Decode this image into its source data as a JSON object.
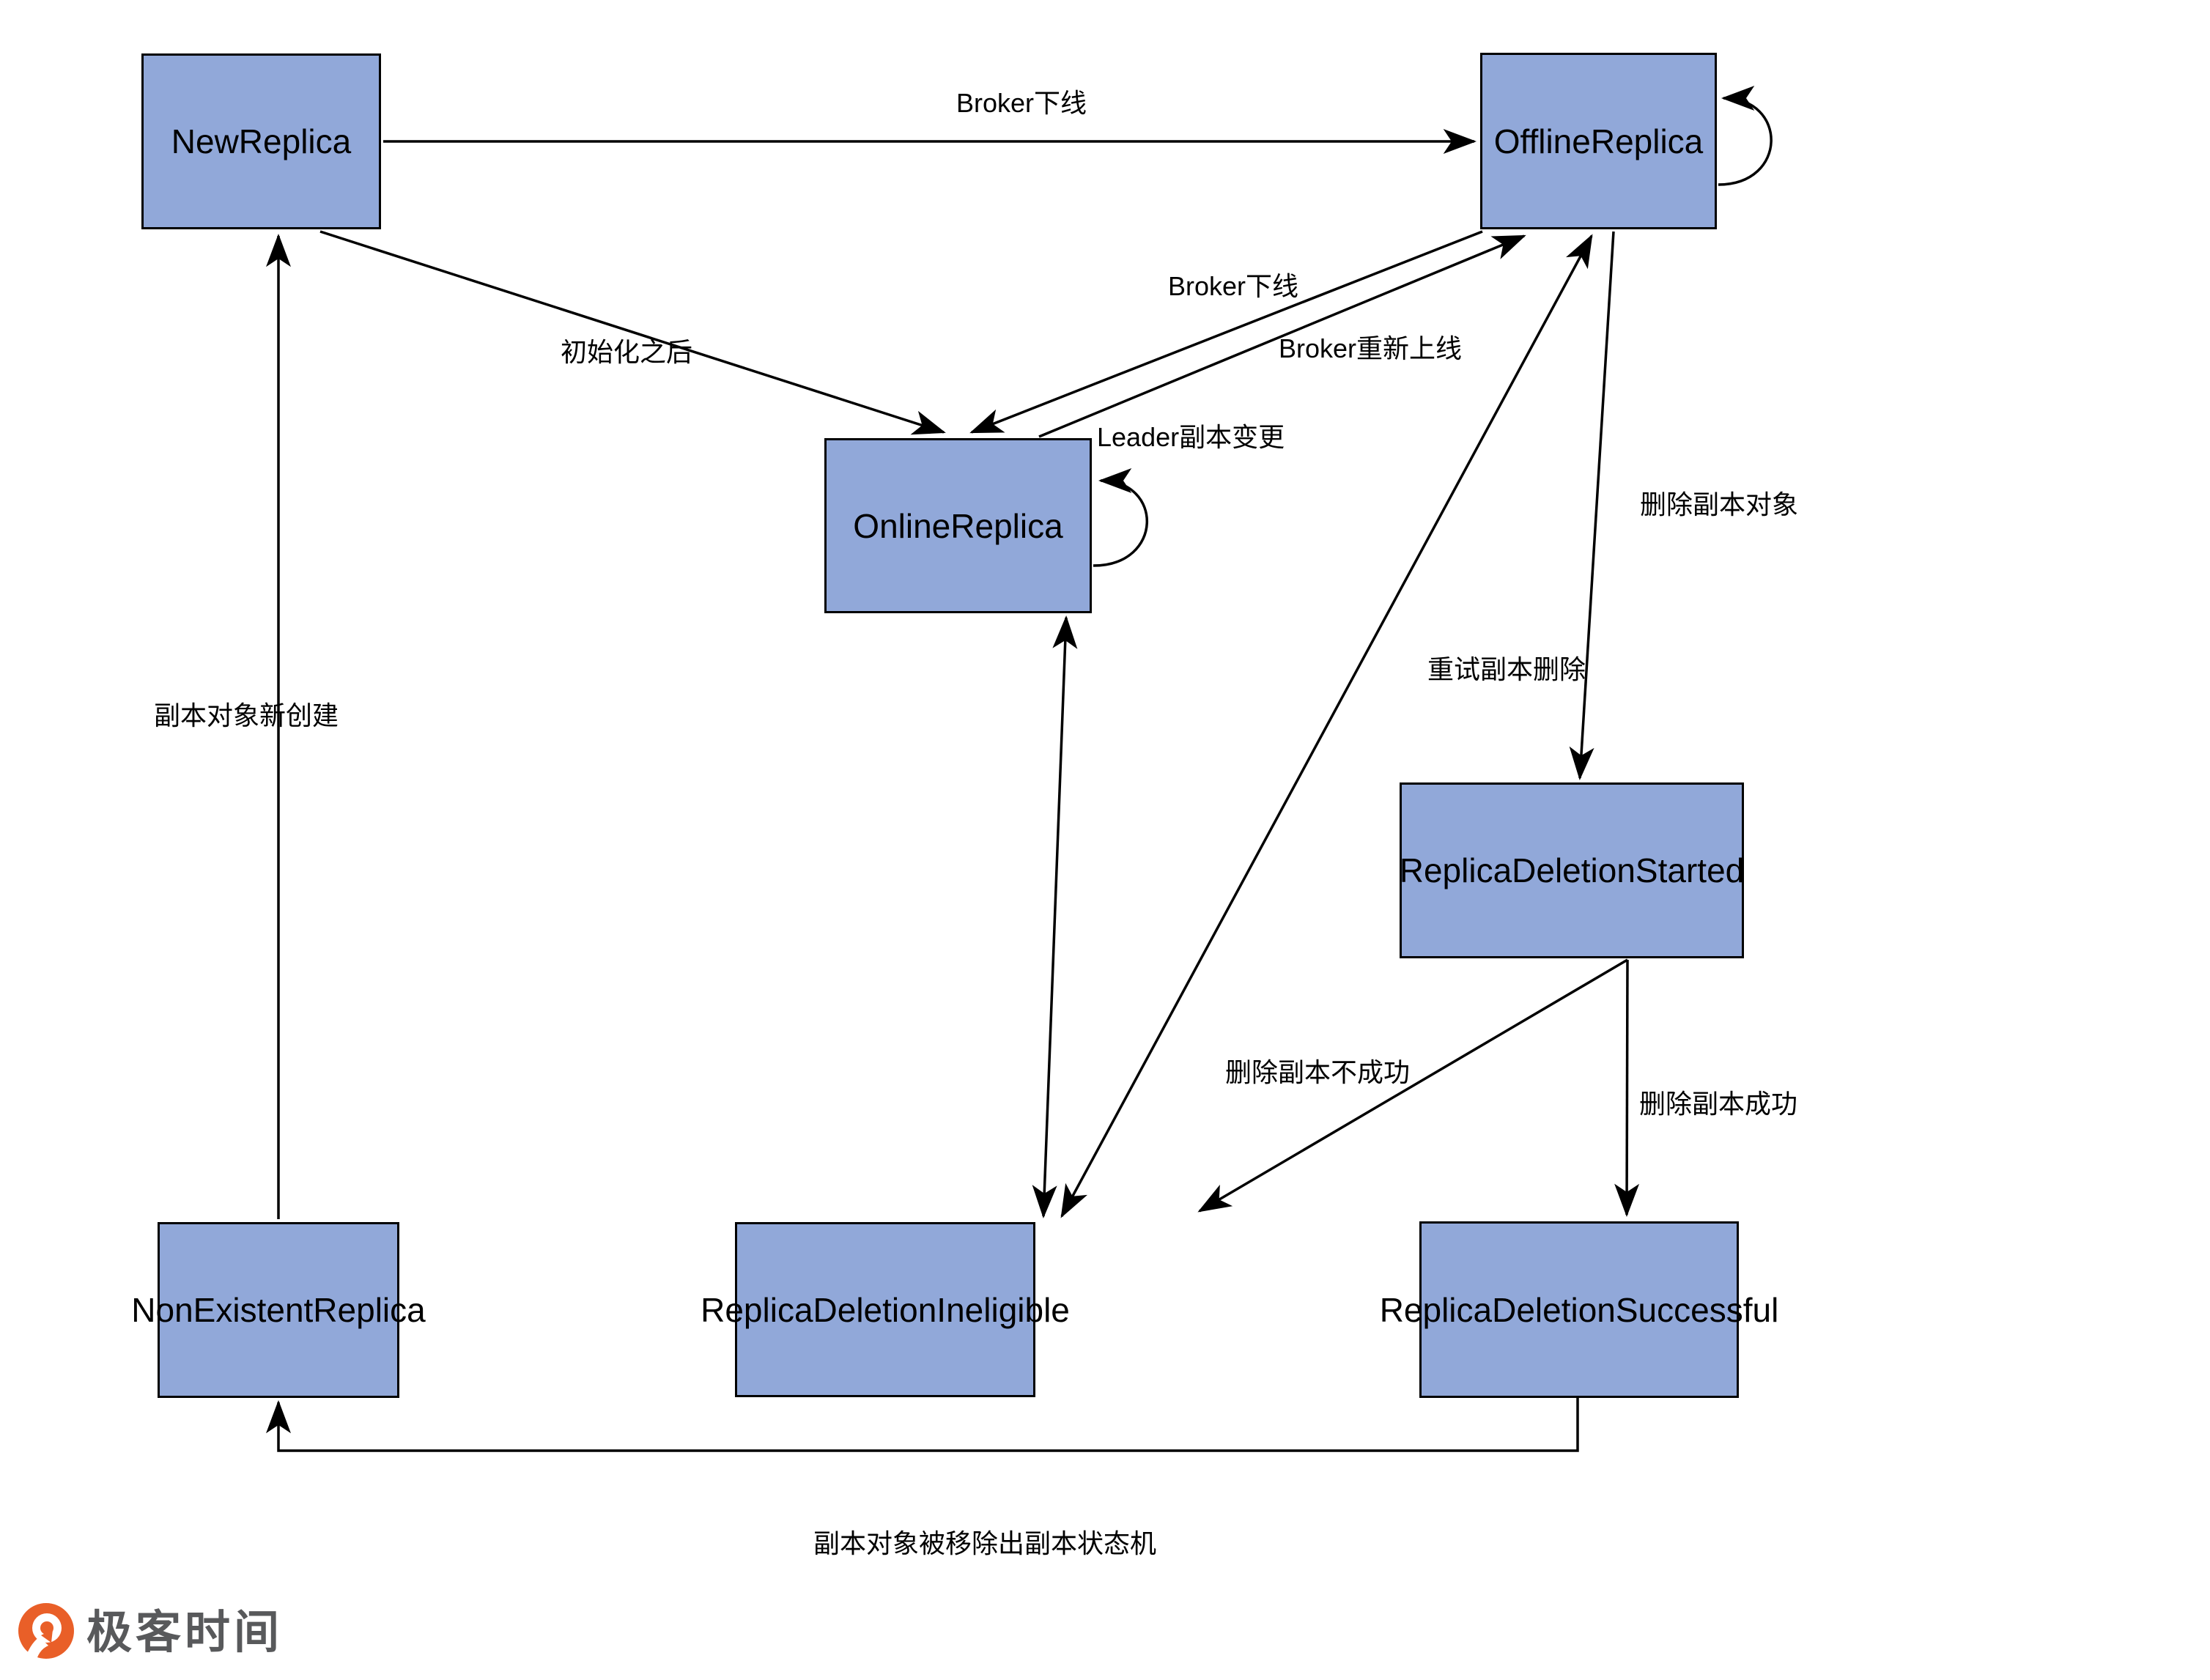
{
  "diagram": {
    "type": "state-machine",
    "background": "#ffffff",
    "node_fill": "#91a8d9",
    "node_border": "#000000",
    "nodes": [
      {
        "id": "new-replica",
        "label": "NewReplica"
      },
      {
        "id": "offline-replica",
        "label": "OfflineReplica"
      },
      {
        "id": "online-replica",
        "label": "OnlineReplica"
      },
      {
        "id": "replica-deletion-started",
        "label": "ReplicaDeletionStarted"
      },
      {
        "id": "non-existent-replica",
        "label": "NonExistentReplica"
      },
      {
        "id": "replica-deletion-ineligible",
        "label": "ReplicaDeletionIneligible"
      },
      {
        "id": "replica-deletion-successful",
        "label": "ReplicaDeletionSuccessful"
      }
    ],
    "edge_labels": [
      {
        "id": "broker-offline-top",
        "text": "Broker下线",
        "edge": "NewReplica -> OfflineReplica"
      },
      {
        "id": "after-initialization",
        "text": "初始化之后",
        "edge": "NewReplica -> OnlineReplica"
      },
      {
        "id": "broker-offline-mid",
        "text": "Broker下线",
        "edge": "OnlineReplica -> OfflineReplica"
      },
      {
        "id": "broker-back-online",
        "text": "Broker重新上线",
        "edge": "OfflineReplica -> OnlineReplica"
      },
      {
        "id": "leader-replica-change",
        "text": "Leader副本变更",
        "edge": "OnlineReplica self loop"
      },
      {
        "id": "delete-replica-object",
        "text": "删除副本对象",
        "edge": "OfflineReplica -> ReplicaDeletionStarted"
      },
      {
        "id": "retry-replica-deletion",
        "text": "重试副本删除",
        "edge": "ReplicaDeletionIneligible <-> OfflineReplica"
      },
      {
        "id": "replica-newly-created",
        "text": "副本对象新创建",
        "edge": "NonExistentReplica -> NewReplica"
      },
      {
        "id": "replica-deletion-failed",
        "text": "删除副本不成功",
        "edge": "ReplicaDeletionStarted -> ReplicaDeletionIneligible"
      },
      {
        "id": "replica-deletion-succeeded",
        "text": "删除副本成功",
        "edge": "ReplicaDeletionStarted -> ReplicaDeletionSuccessful"
      },
      {
        "id": "replica-removed-from-fsm",
        "text": "副本对象被移除出副本状态机",
        "edge": "ReplicaDeletionSuccessful -> NonExistentReplica"
      }
    ]
  },
  "footer": {
    "logo_text": "极客时间",
    "logo_orange": "#e95f28",
    "text_color": "#58595b"
  }
}
